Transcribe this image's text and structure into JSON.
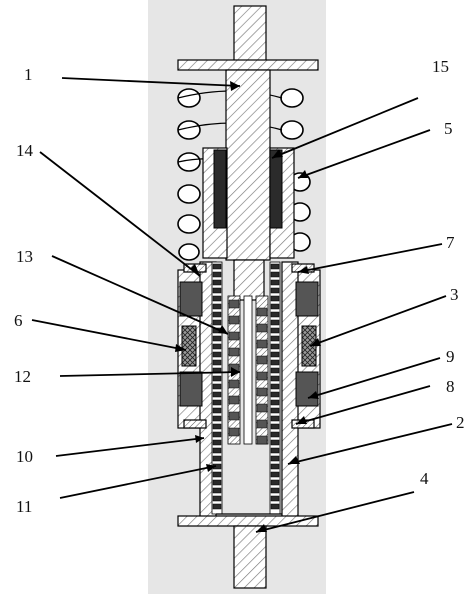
{
  "figure": {
    "kind": "technical cross-section drawing of a spring damper assembly",
    "callouts": [
      "1",
      "2",
      "3",
      "4",
      "5",
      "6",
      "7",
      "8",
      "9",
      "10",
      "11",
      "12",
      "13",
      "14",
      "15"
    ]
  },
  "colors": {
    "background_panel": "#e6e6e6",
    "hatch_line": "#7a7a7a",
    "solid_part": "#2b2b2b",
    "magnet_fill": "#555555",
    "outline": "#000000"
  }
}
